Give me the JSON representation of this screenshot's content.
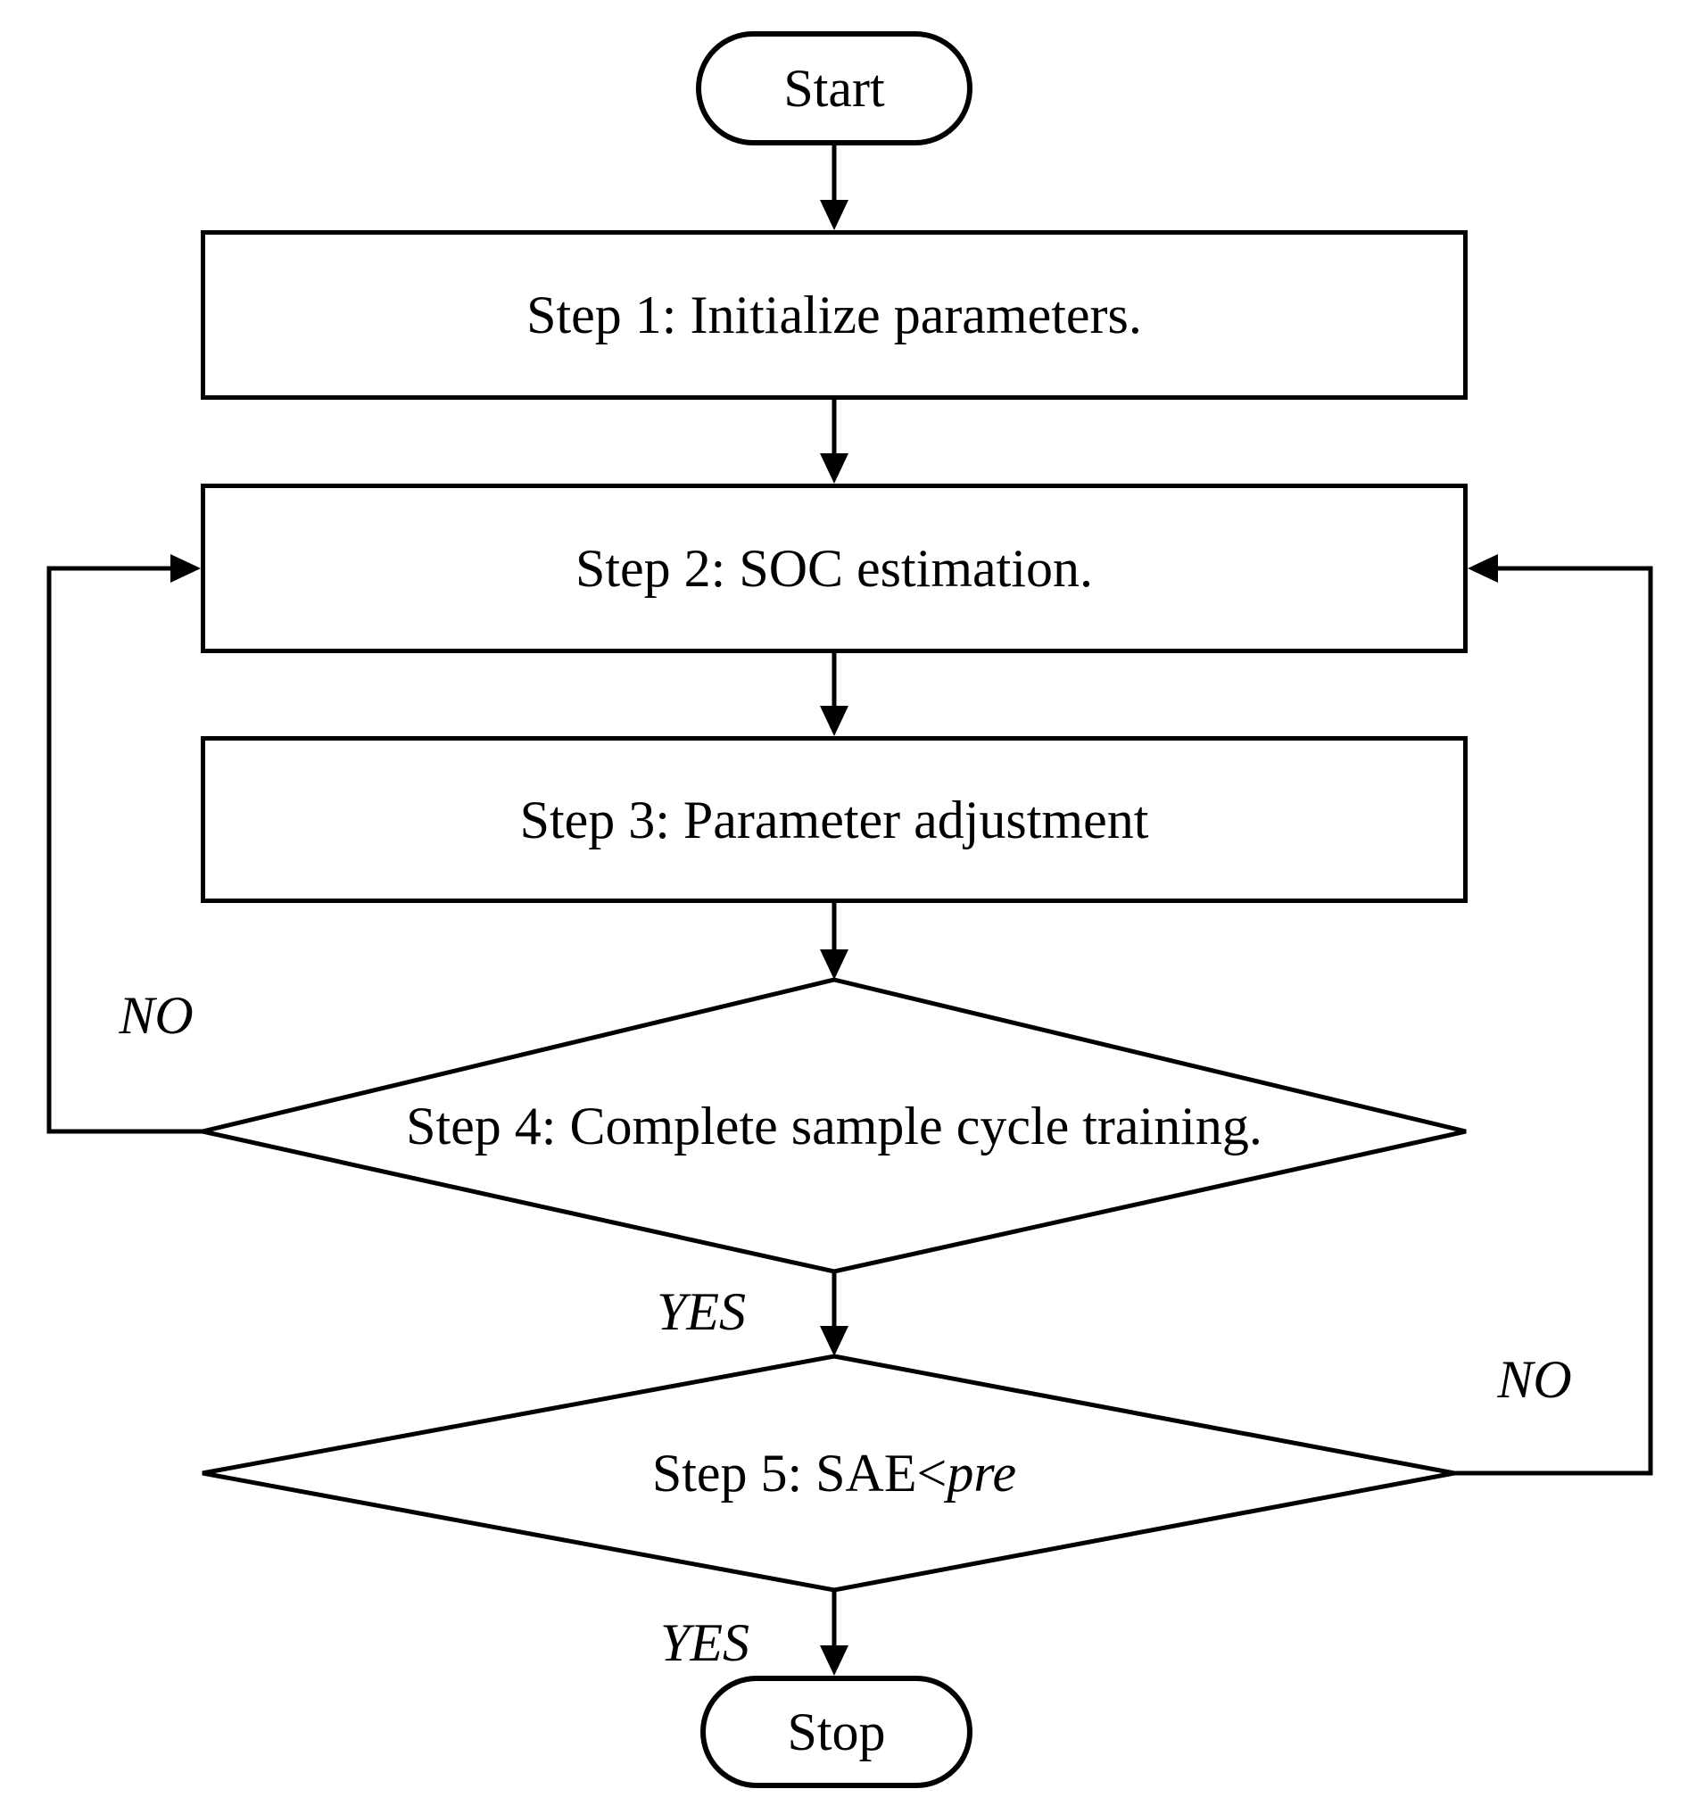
{
  "flowchart": {
    "nodes": {
      "start": {
        "type": "terminator",
        "label": "Start"
      },
      "step1": {
        "type": "process",
        "label": "Step 1: Initialize parameters."
      },
      "step2": {
        "type": "process",
        "label": "Step 2: SOC estimation."
      },
      "step3": {
        "type": "process",
        "label": "Step 3: Parameter adjustment"
      },
      "step4": {
        "type": "decision",
        "label": "Step 4: Complete sample cycle training."
      },
      "step5": {
        "type": "decision",
        "prefix": "Step 5: SAE<",
        "threshold": "pre"
      },
      "stop": {
        "type": "terminator",
        "label": "Stop"
      }
    },
    "edge_labels": {
      "step4_no": "NO",
      "step4_yes": "YES",
      "step5_no": "NO",
      "step5_yes": "YES"
    },
    "colors": {
      "line": "#000000",
      "background": "#ffffff",
      "text": "#000000"
    }
  }
}
